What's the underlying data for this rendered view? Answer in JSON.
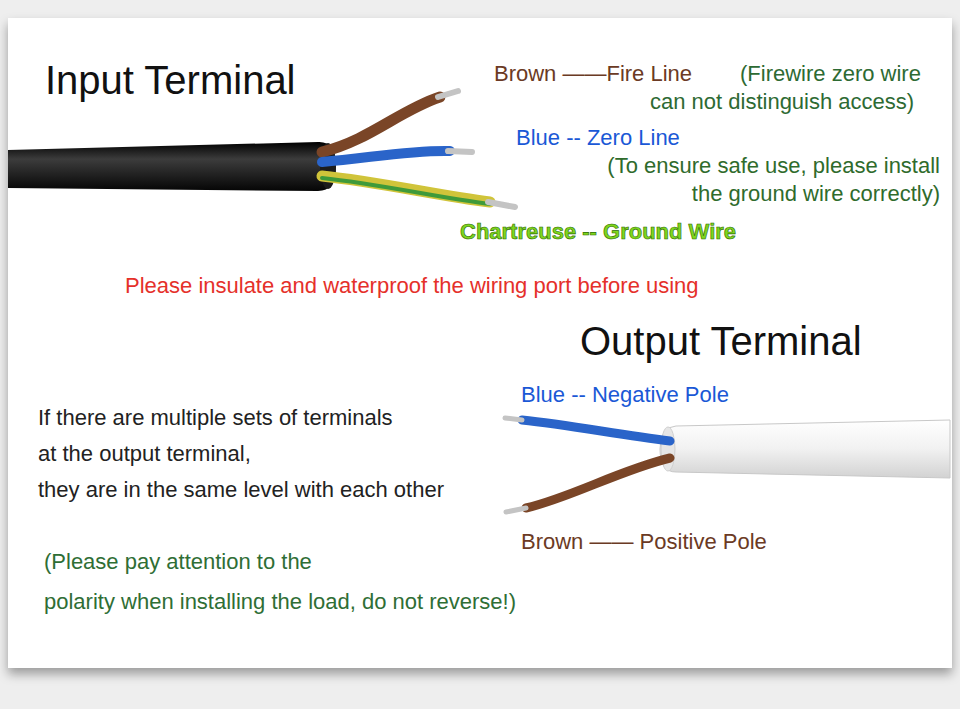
{
  "diagram": {
    "labels": [
      "Input Terminal",
      "Brown ——Fire Line",
      "(Firewire zero wire can not distinguish access)",
      "Blue -- Zero Line",
      "(To ensure safe use, please install the ground wire correctly)",
      "Chartreuse -- Ground Wire",
      "Please insulate and waterproof the wiring port before using",
      "Output Terminal",
      "Blue -- Negative Pole",
      "If there are multiple sets of terminals at the output terminal, they are in the same level with each other",
      "Brown —— Positive Pole",
      "(Please pay attention to the polarity when installing the load, do not reverse!)"
    ]
  }
}
